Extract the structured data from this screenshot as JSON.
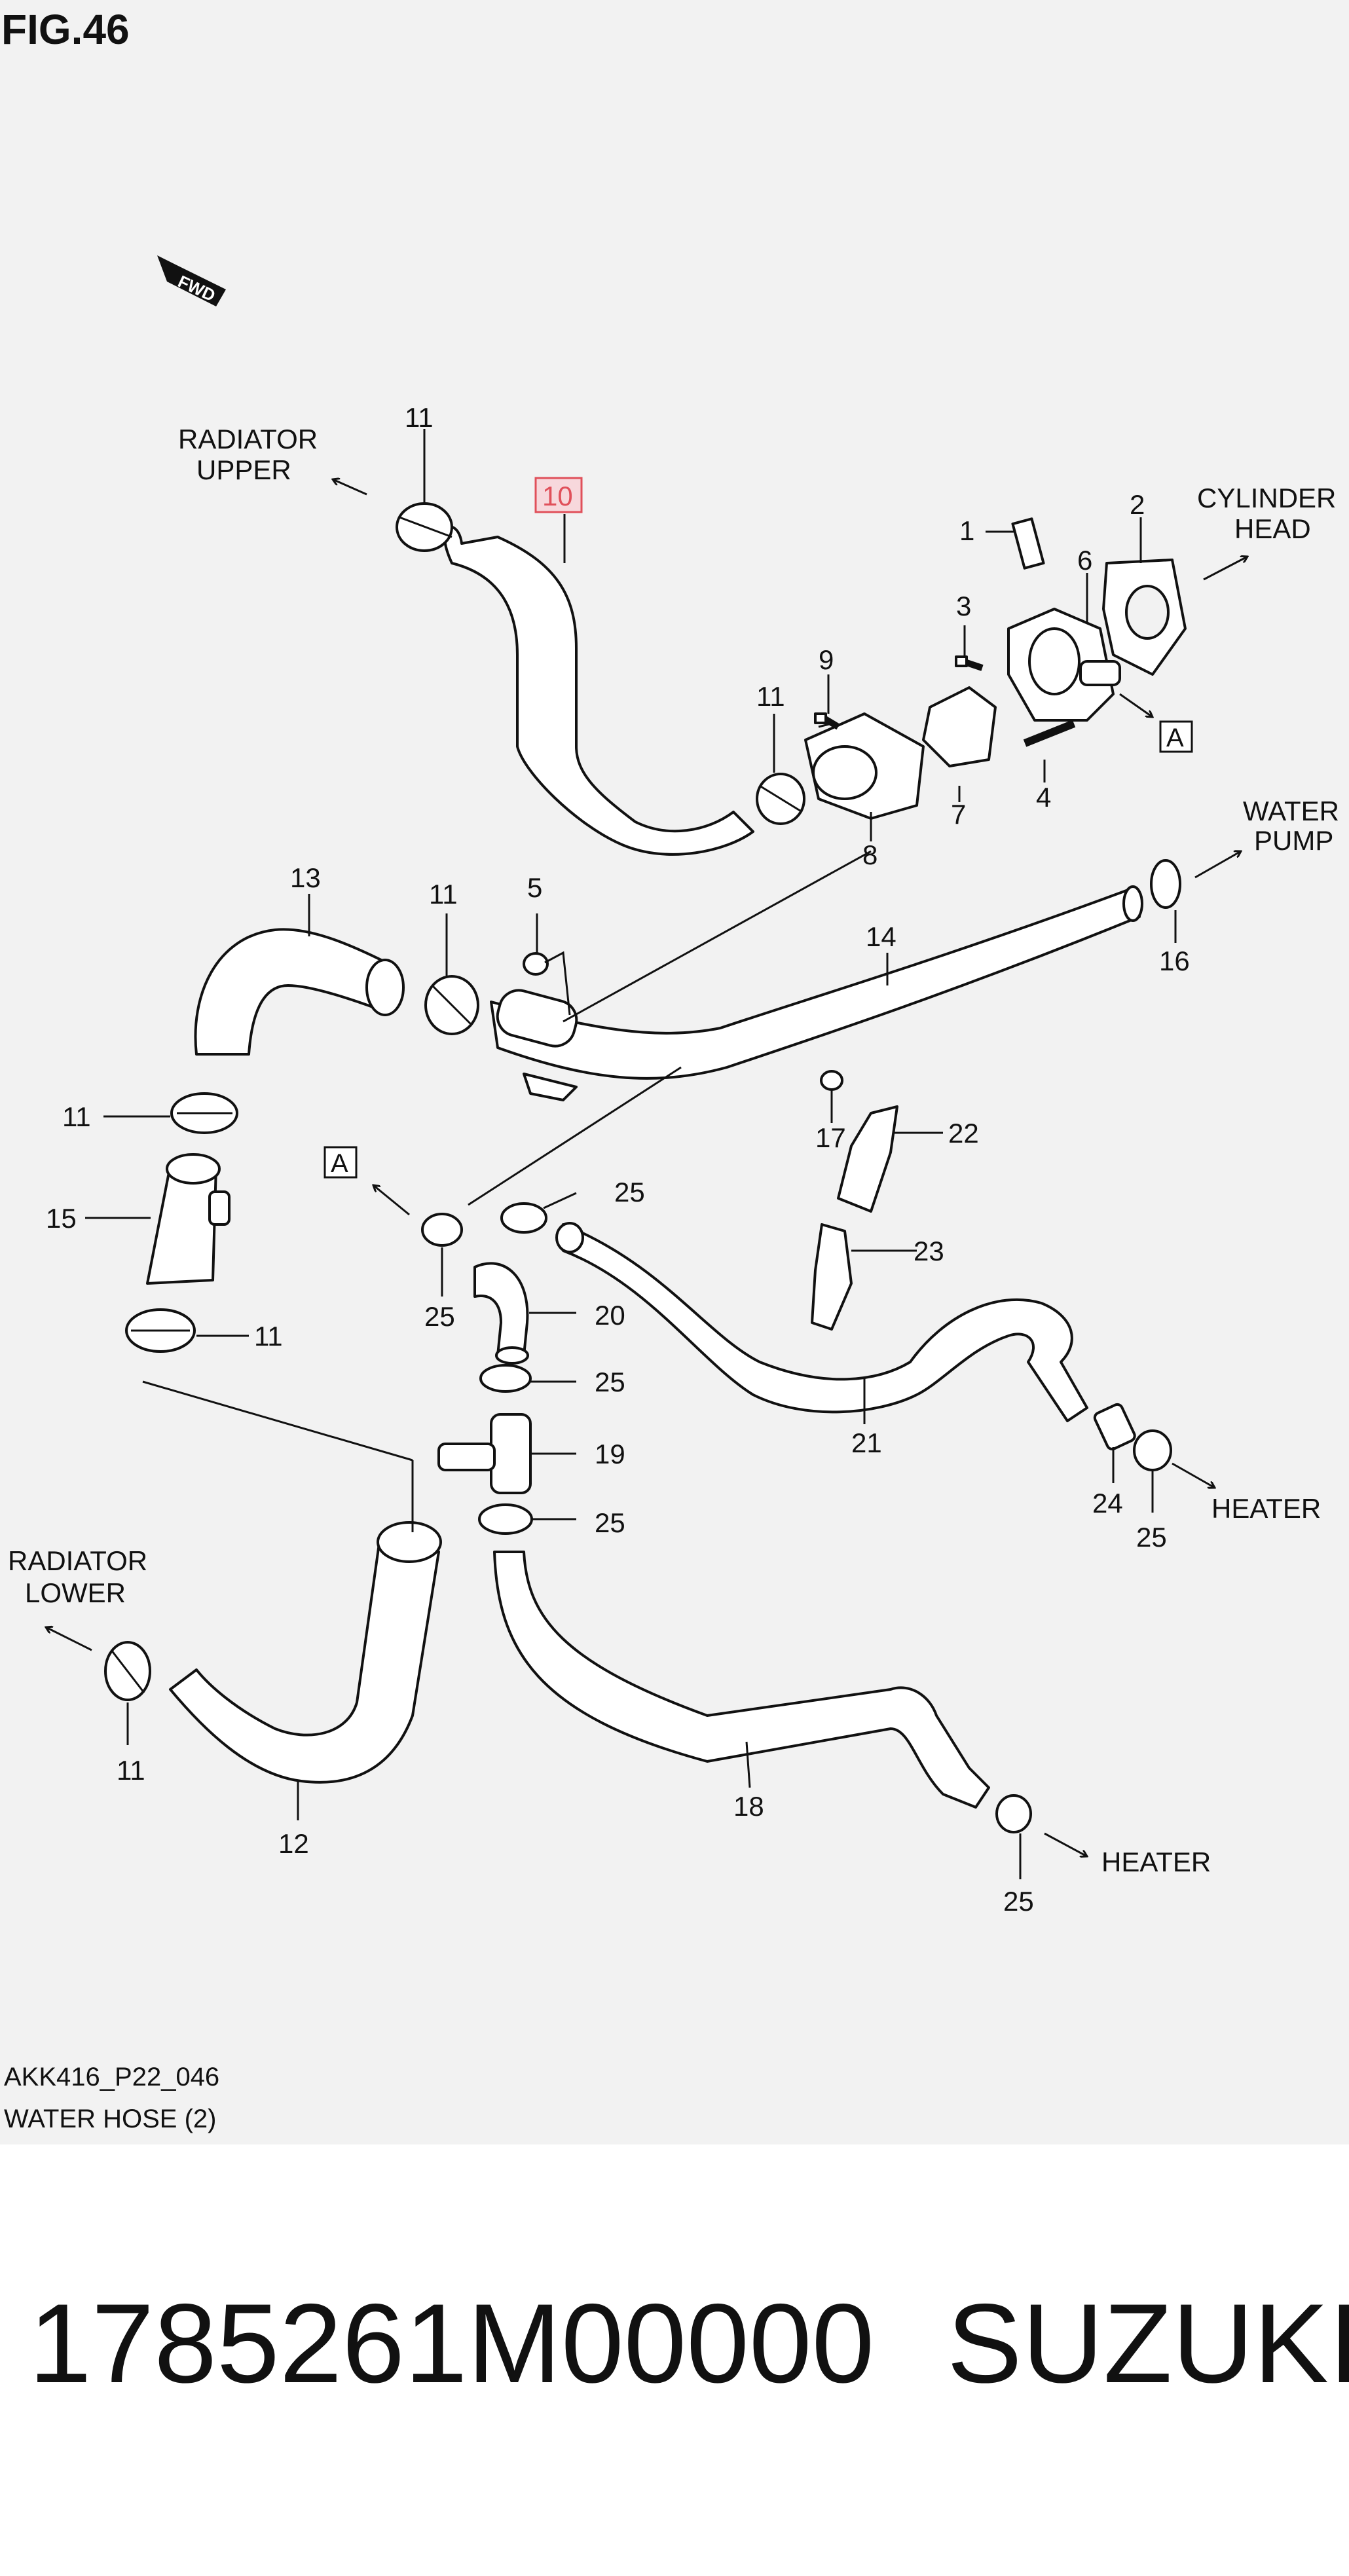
{
  "figure": {
    "title": "FIG.46",
    "drawing_code": "AKK416_P22_046",
    "caption": "WATER HOSE (2)"
  },
  "fwd_label": "FWD",
  "destinations": {
    "radiator_upper_1": "RADIATOR",
    "radiator_upper_2": "UPPER",
    "cylinder_head_1": "CYLINDER",
    "cylinder_head_2": "HEAD",
    "water_pump_1": "WATER",
    "water_pump_2": "PUMP",
    "radiator_lower_1": "RADIATOR",
    "radiator_lower_2": "LOWER",
    "heater_1": "HEATER",
    "heater_2": "HEATER"
  },
  "ref_a": "A",
  "callouts": {
    "c1": "1",
    "c2": "2",
    "c3": "3",
    "c4": "4",
    "c5": "5",
    "c6": "6",
    "c7": "7",
    "c8": "8",
    "c9": "9",
    "c10": "10",
    "c12": "12",
    "c13": "13",
    "c14": "14",
    "c15": "15",
    "c16": "16",
    "c17": "17",
    "c18": "18",
    "c19": "19",
    "c20": "20",
    "c21": "21",
    "c22": "22",
    "c23": "23",
    "c24": "24",
    "c11a": "11",
    "c11b": "11",
    "c11c": "11",
    "c11d": "11",
    "c11e": "11",
    "c11f": "11",
    "c25a": "25",
    "c25b": "25",
    "c25c": "25",
    "c25d": "25",
    "c25e": "25",
    "c25f": "25"
  },
  "highlight_color": "#e0505a",
  "footer": {
    "part_number": "1785261M00000",
    "brand": "SUZUKI"
  }
}
